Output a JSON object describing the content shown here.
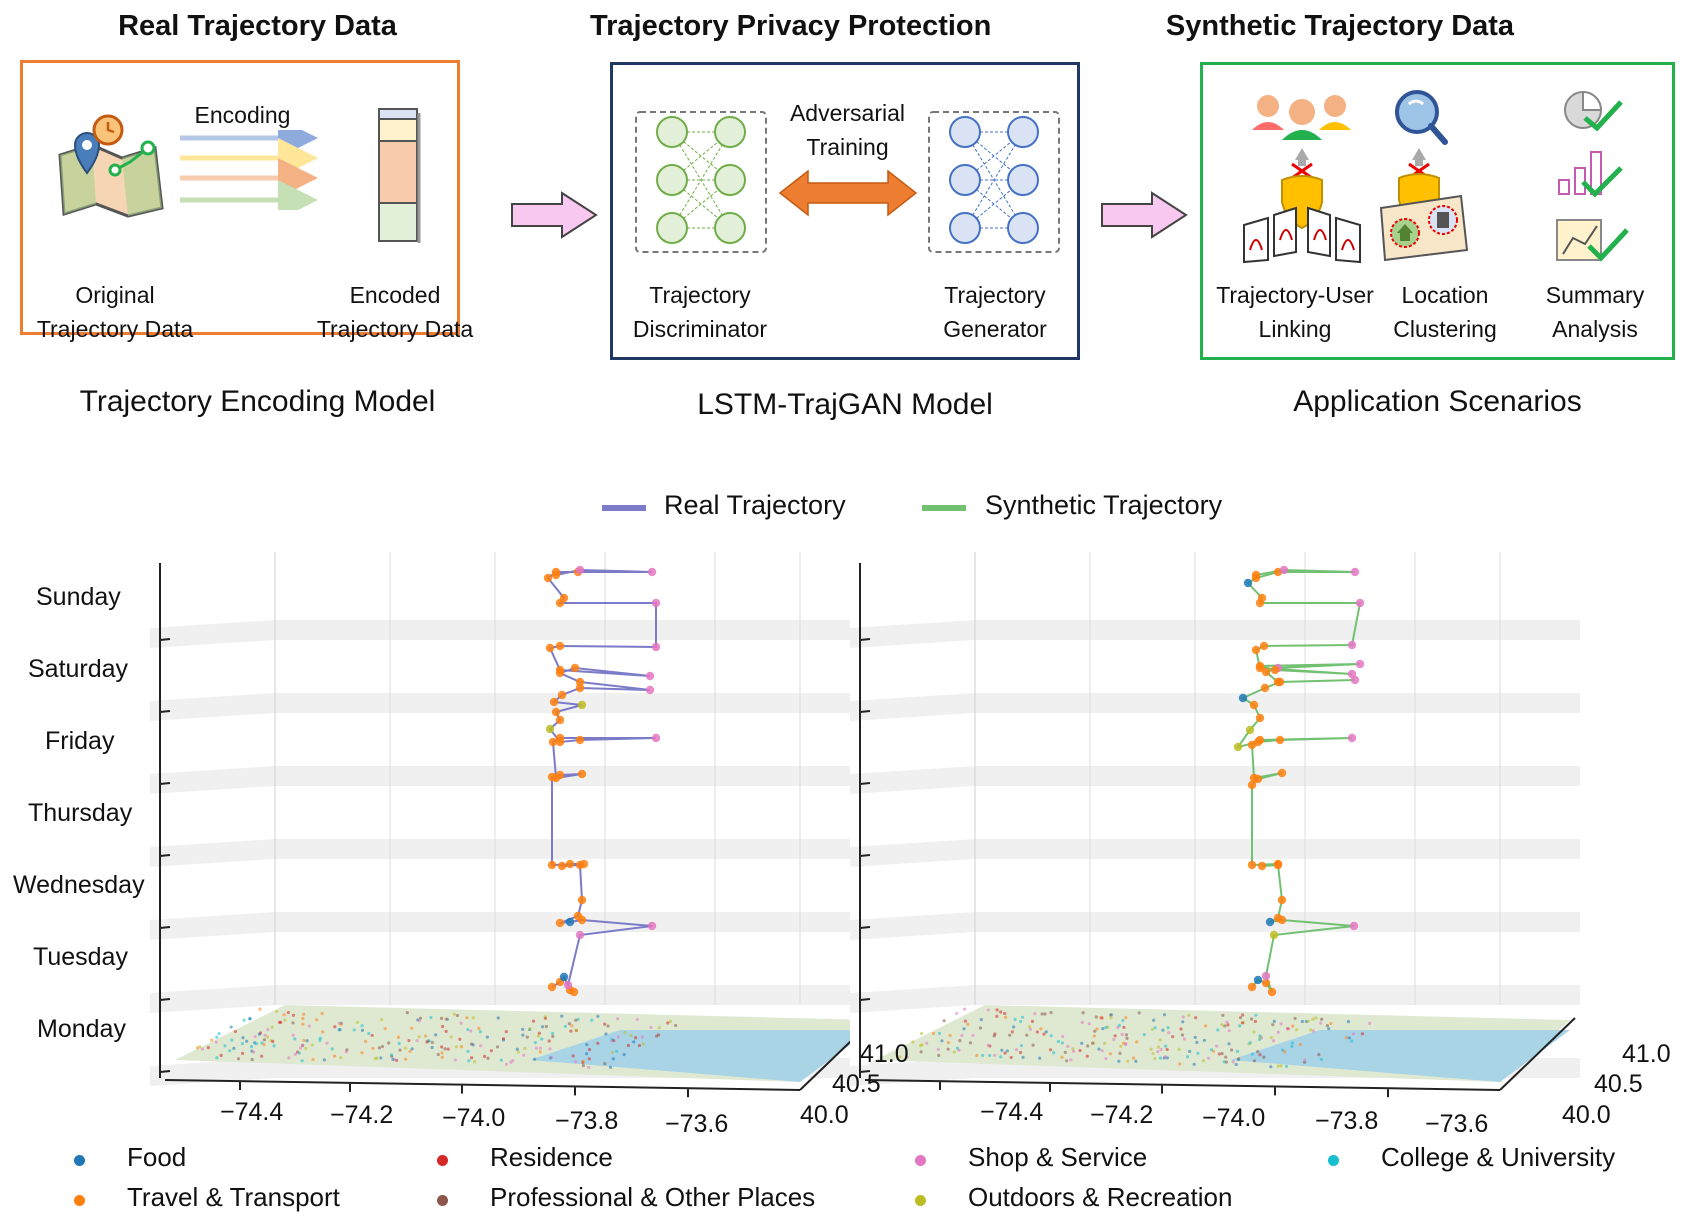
{
  "top": {
    "sections": [
      {
        "title": "Real Trajectory Data",
        "caption": "Trajectory Encoding Model",
        "encoding_label": "Encoding",
        "left_label": [
          "Original",
          "Trajectory Data"
        ],
        "right_label": [
          "Encoded",
          "Trajectory Data"
        ],
        "border_color": "#ed7d31"
      },
      {
        "title": "Trajectory Privacy Protection",
        "caption": "LSTM-TrajGAN Model",
        "adversarial_label": [
          "Adversarial",
          "Training"
        ],
        "left_label": [
          "Trajectory",
          "Discriminator"
        ],
        "right_label": [
          "Trajectory",
          "Generator"
        ],
        "border_color": "#1f3864"
      },
      {
        "title": "Synthetic Trajectory Data",
        "caption": "Application Scenarios",
        "apps": [
          [
            "Trajectory-User",
            "Linking"
          ],
          [
            "Location",
            "Clustering"
          ],
          [
            "Summary",
            "Analysis"
          ]
        ],
        "border_color": "#22b14c"
      }
    ]
  },
  "legend": {
    "real": "Real Trajectory",
    "real_color": "#7b7bc8",
    "synthetic": "Synthetic Trajectory",
    "synthetic_color": "#72c172"
  },
  "plot": {
    "days": [
      "Sunday",
      "Saturday",
      "Friday",
      "Thursday",
      "Wednesday",
      "Tuesday",
      "Monday"
    ],
    "lon_ticks": [
      "−74.4",
      "−74.2",
      "−74.0",
      "−73.8",
      "−73.6"
    ],
    "lat_ticks": [
      "41.0",
      "40.5",
      "40.0"
    ]
  },
  "categories": [
    {
      "name": "Food",
      "color": "#1f77b4"
    },
    {
      "name": "Residence",
      "color": "#d62728"
    },
    {
      "name": "Shop & Service",
      "color": "#e377c2"
    },
    {
      "name": "College & University",
      "color": "#17becf"
    },
    {
      "name": "Travel & Transport",
      "color": "#ff7f0e"
    },
    {
      "name": "Professional & Other Places",
      "color": "#8c564b"
    },
    {
      "name": "Outdoors & Recreation",
      "color": "#bcbd22"
    }
  ]
}
